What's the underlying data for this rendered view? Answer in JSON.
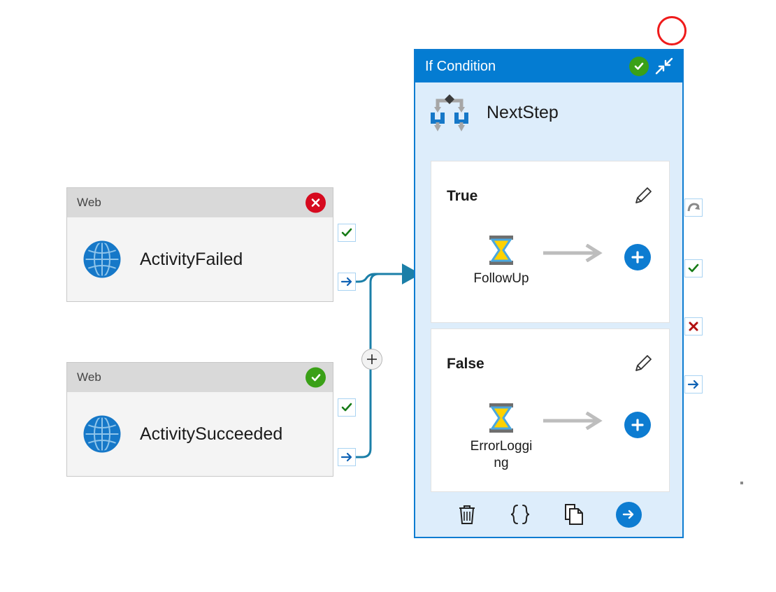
{
  "canvas": {
    "background": "#ffffff",
    "accent": "#0d7cd1",
    "success_color": "#3aa017",
    "error_color": "#d60a1f",
    "annotation_color": "#ef1b1b"
  },
  "annotation": {
    "name": "red-circle-highlight"
  },
  "activities": [
    {
      "header": "Web",
      "name": "ActivityFailed",
      "status": "error",
      "icon": "globe-icon",
      "ports": [
        {
          "name": "port-success",
          "icon": "check-icon"
        },
        {
          "name": "port-next",
          "icon": "arrow-right-icon"
        }
      ]
    },
    {
      "header": "Web",
      "name": "ActivitySucceeded",
      "status": "success",
      "icon": "globe-icon",
      "ports": [
        {
          "name": "port-success",
          "icon": "check-icon"
        },
        {
          "name": "port-next",
          "icon": "arrow-right-icon"
        }
      ]
    }
  ],
  "scope": {
    "title": "If Condition",
    "status": "success",
    "status_icon": "check-circle-icon",
    "expand_icon": "expand-collapse-arrows-icon",
    "step_name": "NextStep",
    "step_icon": "if-condition-branch-icon",
    "branches": [
      {
        "label": "True",
        "edit_icon": "pencil-icon",
        "activity": "FollowUp",
        "activity_icon": "hourglass-icon",
        "arrow_icon": "arrow-right-icon",
        "add_label": "+",
        "add_icon": "plus-icon"
      },
      {
        "label": "False",
        "edit_icon": "pencil-icon",
        "activity": "ErrorLogging",
        "activity_icon": "hourglass-icon",
        "arrow_icon": "arrow-right-icon",
        "add_label": "+",
        "add_icon": "plus-icon"
      }
    ],
    "toolbar": [
      {
        "name": "delete-button",
        "icon": "trash-icon"
      },
      {
        "name": "expression-button",
        "icon": "curly-braces-icon",
        "label": "{ }"
      },
      {
        "name": "duplicate-button",
        "icon": "copy-icon"
      },
      {
        "name": "go-button",
        "icon": "arrow-right-circle-icon"
      }
    ],
    "ports": [
      {
        "name": "port-skipped",
        "icon": "retry-arrow-icon"
      },
      {
        "name": "port-success",
        "icon": "check-icon"
      },
      {
        "name": "port-failure",
        "icon": "cross-icon"
      },
      {
        "name": "port-completion",
        "icon": "arrow-right-icon"
      }
    ]
  },
  "edges": {
    "add_node_label": "+",
    "add_node_icon": "plus-icon"
  }
}
